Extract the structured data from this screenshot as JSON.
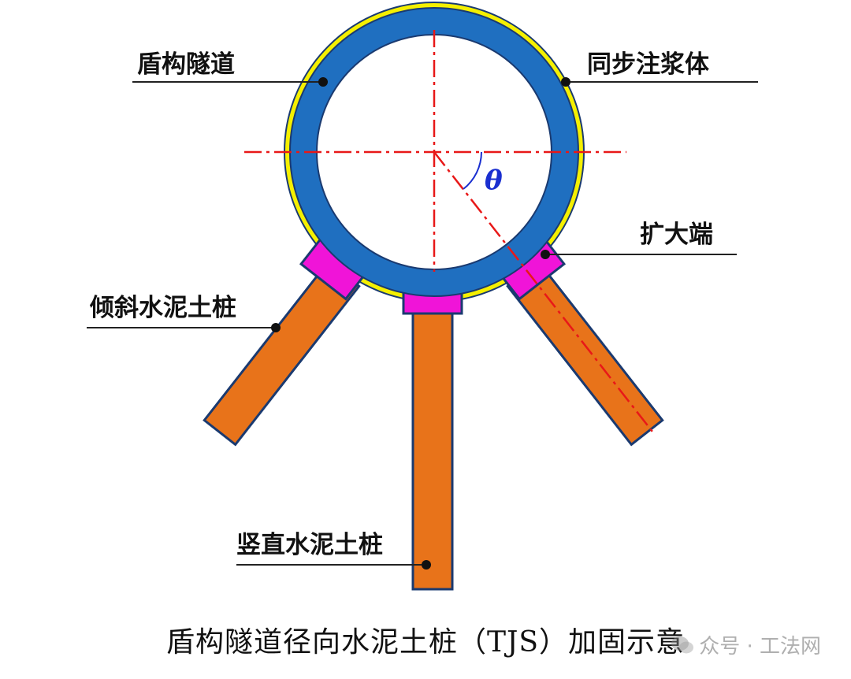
{
  "labels": {
    "shield_tunnel": "盾构隧道",
    "synchronous_grouting": "同步注浆体",
    "enlarged_end": "扩大端",
    "inclined_pile": "倾斜水泥土桩",
    "vertical_pile": "竖直水泥土桩",
    "angle_symbol": "θ"
  },
  "caption": "盾构隧道径向水泥土桩（TJS）加固示意",
  "watermark": "众号 · 工法网",
  "colors": {
    "tunnel_ring": "#1f6fc0",
    "grout_layer": "#f5f000",
    "pile": "#e8731a",
    "enlarged_end": "#f014d8",
    "outline": "#1a3a70",
    "centerline": "#e81818",
    "angle_mark": "#1a2fd0"
  }
}
